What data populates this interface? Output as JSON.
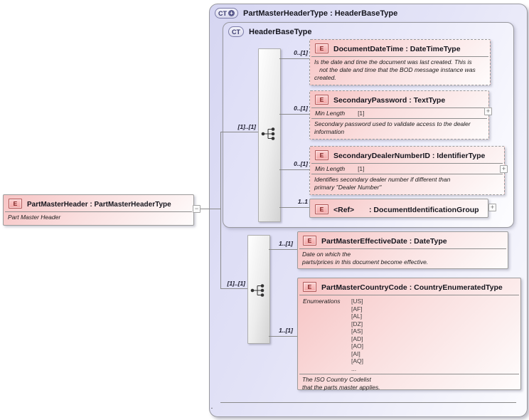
{
  "root_element": {
    "badge": "E",
    "name": "PartMasterHeader",
    "type_label": " : PartMasterHeaderType",
    "annotation": "Part Master Header",
    "collapse_label": "−"
  },
  "outer_type": {
    "badge": "CT",
    "expand_label": "+",
    "title": "PartMasterHeaderType : HeaderBaseType",
    "footer_text": "."
  },
  "inner_type": {
    "badge": "CT",
    "title": "HeaderBaseType"
  },
  "sequence_groups": [
    {
      "cardinality": "[1]..[1]"
    },
    {
      "cardinality": "[1]..[1]"
    }
  ],
  "elements": {
    "document_date_time": {
      "badge": "E",
      "name": "DocumentDateTime",
      "type_label": " : DateTimeType",
      "cardinality": "0..[1]",
      "annotation": "Is the date and time the document was last created. This is\n   not the date and time that the BOD message instance was\ncreated."
    },
    "secondary_password": {
      "badge": "E",
      "name": "SecondaryPassword",
      "type_label": " : TextType",
      "cardinality": "0..[1]",
      "facet_name": "Min Length",
      "facet_value": "[1]",
      "annotation": "Secondary password used to validate access to the dealer\ninformation",
      "expand_label": "+"
    },
    "secondary_dealer_number_id": {
      "badge": "E",
      "name": "SecondaryDealerNumberID",
      "type_label": " : IdentifierType",
      "cardinality": "0..[1]",
      "facet_name": "Min Length",
      "facet_value": "[1]",
      "annotation": "Identifies secondary dealer number if different than\nprimary \"Dealer Number\"",
      "expand_label": "+"
    },
    "ref": {
      "badge": "E",
      "name": "<Ref>",
      "type_label": ": DocumentIdentificationGroup",
      "cardinality": "1..1",
      "expand_label": "+"
    },
    "part_master_effective_date": {
      "badge": "E",
      "name": "PartMasterEffectiveDate",
      "type_label": " : DateType",
      "cardinality": "1..[1]",
      "annotation": "Date on which the\nparts/prices in this document become effective."
    },
    "part_master_country_code": {
      "badge": "E",
      "name": "PartMasterCountryCode",
      "type_label": " : CountryEnumeratedType",
      "cardinality": "1..[1]",
      "facet_name": "Enumerations",
      "enumerations": [
        "[US]",
        "[AF]",
        "[AL]",
        "[DZ]",
        "[AS]",
        "[AD]",
        "[AO]",
        "[AI]",
        "[AQ]",
        "..."
      ],
      "annotation": "The ISO Country Codelist\nthat the parts master applies."
    }
  }
}
